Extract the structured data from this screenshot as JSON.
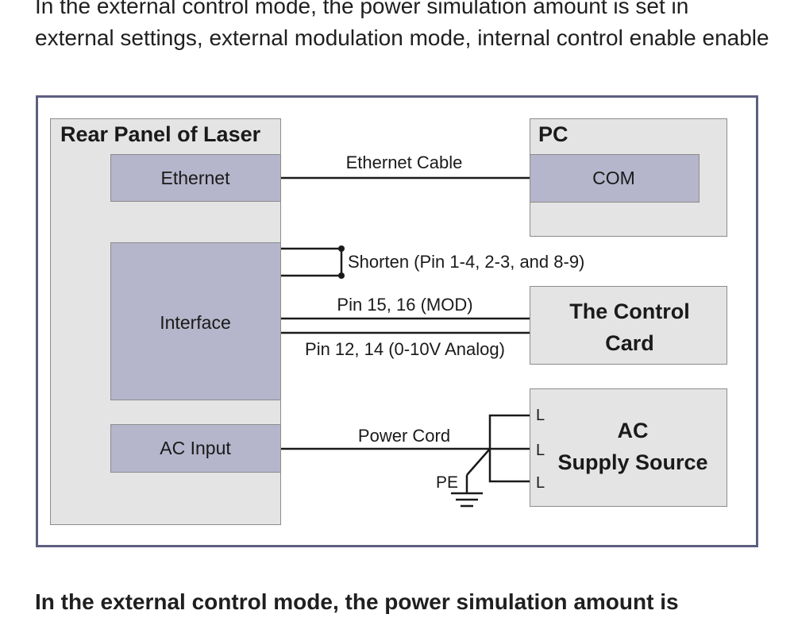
{
  "intro_text": "In the external control mode, the power simulation amount is set in external settings, external modulation mode, internal control enable enable",
  "outro_text": "In the external control mode, the power simulation amount is",
  "diagram": {
    "laser_panel": {
      "title": "Rear Panel of Laser",
      "ethernet": "Ethernet",
      "interface": "Interface",
      "ac_input": "AC Input"
    },
    "pc": {
      "title": "PC",
      "com": "COM"
    },
    "control_card": {
      "line1": "The Control",
      "line2": "Card"
    },
    "ac_supply": {
      "line1": "AC",
      "line2": "Supply Source",
      "terminal": "L"
    },
    "connections": {
      "ethernet_cable": "Ethernet Cable",
      "shorten": "Shorten (Pin 1-4, 2-3, and 8-9)",
      "mod": "Pin 15, 16 (MOD)",
      "analog": "Pin 12, 14 (0-10V Analog)",
      "power_cord": "Power Cord",
      "pe": "PE"
    }
  }
}
